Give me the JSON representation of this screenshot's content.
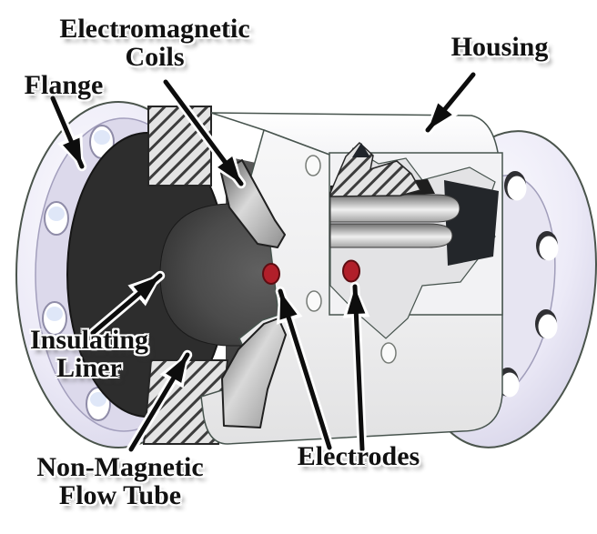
{
  "diagram": {
    "subject": "magnetic-flowmeter-cutaway",
    "labels": {
      "coils": {
        "lines": [
          "Electromagnetic",
          "Coils"
        ]
      },
      "housing": {
        "lines": [
          "Housing"
        ]
      },
      "flange": {
        "lines": [
          "Flange"
        ]
      },
      "liner": {
        "lines": [
          "Insulating",
          "Liner"
        ]
      },
      "flow_tube": {
        "lines": [
          "Non-Magnetic",
          "Flow Tube"
        ]
      },
      "electrodes": {
        "lines": [
          "Electrodes"
        ]
      }
    },
    "colors": {
      "electrode_red": "#b11f2a",
      "flange_light": "#eceaf7",
      "liner_dark": "#2d2d2d",
      "housing_white": "#f4f4f5",
      "outline_dark": "#47544e",
      "label_text": "#111111",
      "arrow_black": "#0d0d0d"
    }
  }
}
